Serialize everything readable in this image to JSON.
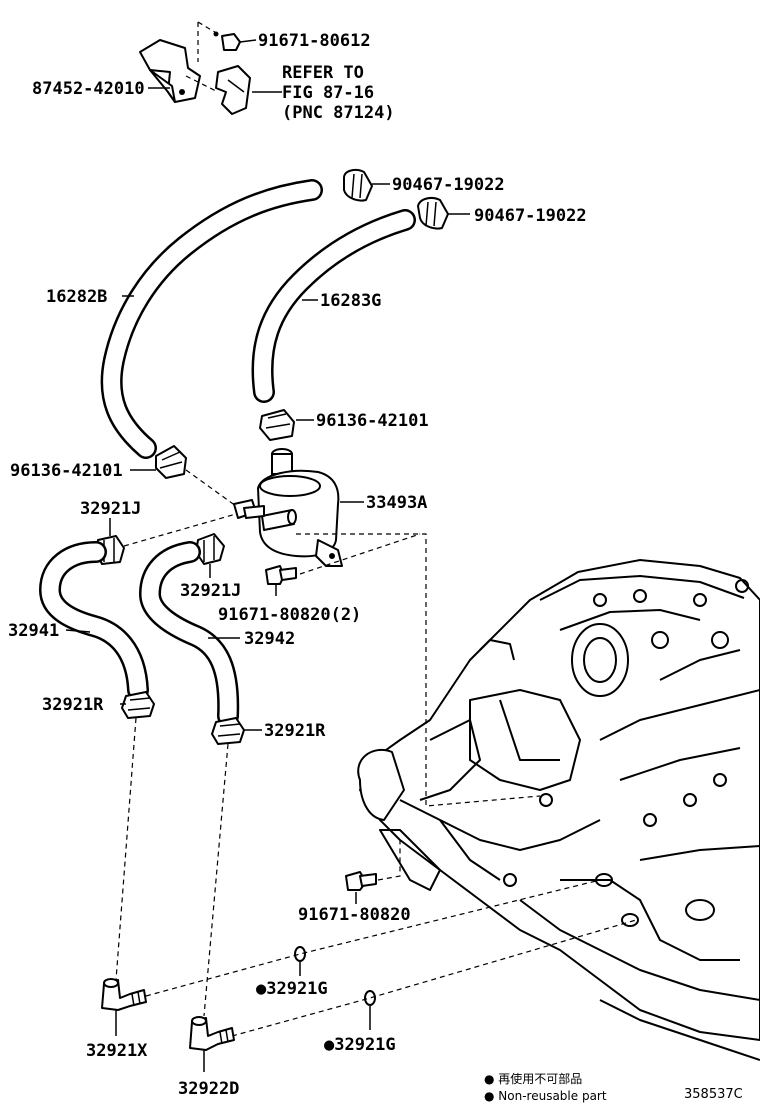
{
  "labels": {
    "p_91671_80612": "91671-80612",
    "p_87452_42010": "87452-42010",
    "refer_line1": "REFER TO",
    "refer_line2": "FIG 87-16",
    "refer_line3": "(PNC 87124)",
    "p_90467_19022_a": "90467-19022",
    "p_90467_19022_b": "90467-19022",
    "p_16282B": "16282B",
    "p_16283G": "16283G",
    "p_96136_42101_a": "96136-42101",
    "p_96136_42101_b": "96136-42101",
    "p_33493A": "33493A",
    "p_32921J_a": "32921J",
    "p_32921J_b": "32921J",
    "p_91671_80820_2": "91671-80820(2)",
    "p_32941": "32941",
    "p_32942": "32942",
    "p_32921R_a": "32921R",
    "p_32921R_b": "32921R",
    "p_91671_80820": "91671-80820",
    "p_32921G_a": "●32921G",
    "p_32921G_b": "●32921G",
    "p_32921X": "32921X",
    "p_32922D": "32922D"
  },
  "legend": {
    "reuse_jp": "● 再使用不可部品",
    "reuse_en": "● Non-reusable part"
  },
  "diagram_code": "358537C"
}
